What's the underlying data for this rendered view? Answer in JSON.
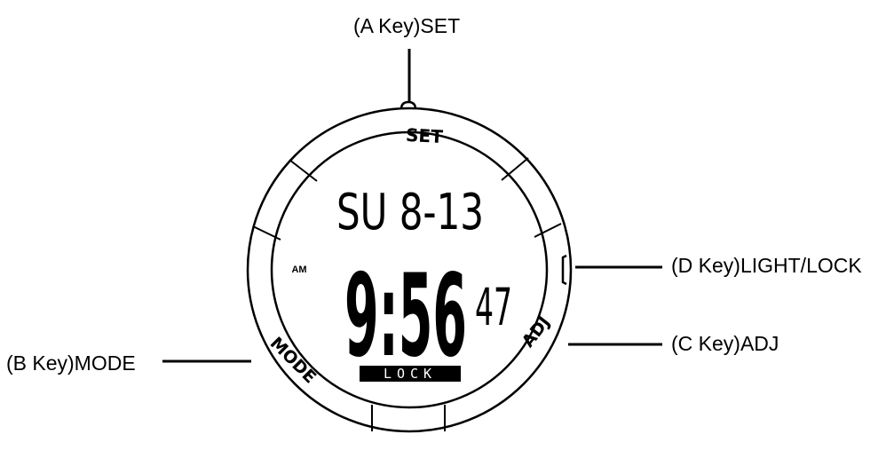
{
  "callouts": {
    "a": "(A Key)SET",
    "b": "(B Key)MODE",
    "c": "(C Key)ADJ",
    "d": "(D Key)LIGHT/LOCK"
  },
  "bezel": {
    "top": "SET",
    "left": "MODE",
    "right": "ADJ"
  },
  "display": {
    "day_date": "SU 8-13",
    "ampm": "AM",
    "time": "9:56",
    "seconds": "47",
    "lock": "LOCK"
  }
}
